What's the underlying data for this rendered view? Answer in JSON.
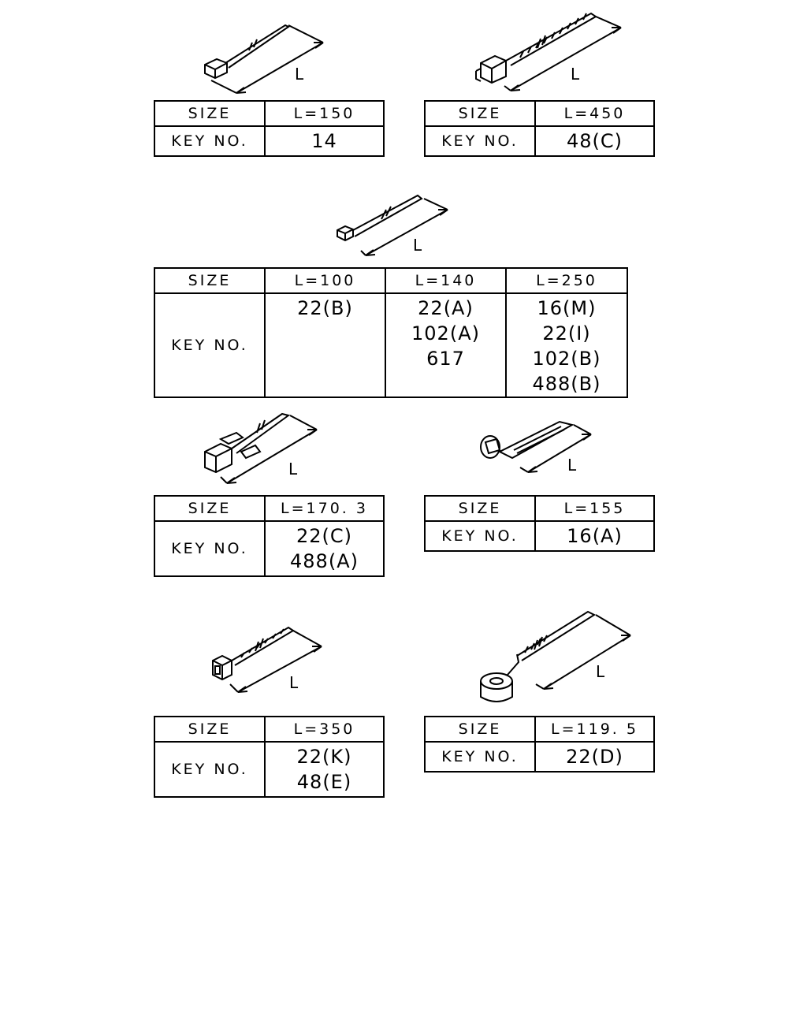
{
  "dimension_label": "L",
  "row_labels": {
    "size": "SIZE",
    "key": "KEY NO."
  },
  "items": [
    {
      "sizes": [
        "L=150"
      ],
      "keys": [
        [
          "14"
        ]
      ]
    },
    {
      "sizes": [
        "L=450"
      ],
      "keys": [
        [
          "48(C)"
        ]
      ]
    },
    {
      "sizes": [
        "L=100",
        "L=140",
        "L=250"
      ],
      "keys": [
        [
          "22(B)"
        ],
        [
          "22(A)",
          "102(A)",
          "617"
        ],
        [
          "16(M)",
          "22(I)",
          "102(B)",
          "488(B)"
        ]
      ]
    },
    {
      "sizes": [
        "L=170. 3"
      ],
      "keys": [
        [
          "22(C)",
          "488(A)"
        ]
      ]
    },
    {
      "sizes": [
        "L=155"
      ],
      "keys": [
        [
          "16(A)"
        ]
      ]
    },
    {
      "sizes": [
        "L=350"
      ],
      "keys": [
        [
          "22(K)",
          "48(E)"
        ]
      ]
    },
    {
      "sizes": [
        "L=119. 5"
      ],
      "keys": [
        [
          "22(D)"
        ]
      ]
    }
  ]
}
